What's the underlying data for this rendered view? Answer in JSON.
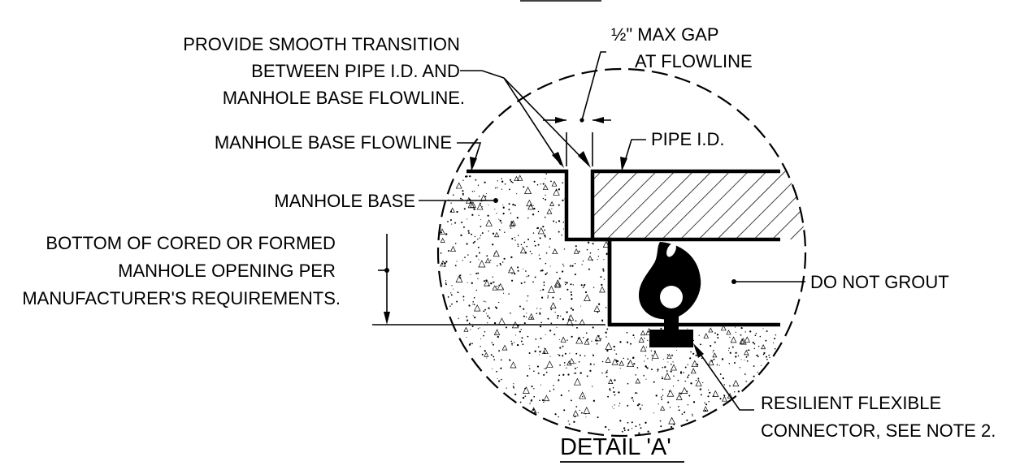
{
  "labels": {
    "smooth_transition": [
      "PROVIDE SMOOTH TRANSITION",
      "BETWEEN PIPE I.D. AND",
      "MANHOLE BASE FLOWLINE."
    ],
    "max_gap_fraction": "½",
    "max_gap": [
      "\" MAX GAP",
      "AT FLOWLINE"
    ],
    "manhole_base_flowline": "MANHOLE BASE FLOWLINE",
    "pipe_id": "PIPE I.D.",
    "manhole_base": "MANHOLE BASE",
    "bottom_opening": [
      "BOTTOM OF CORED OR FORMED",
      "MANHOLE OPENING PER",
      "MANUFACTURER'S REQUIREMENTS."
    ],
    "do_not_grout": "DO NOT GROUT",
    "connector": [
      "RESILIENT FLEXIBLE",
      "CONNECTOR, SEE NOTE 2."
    ]
  },
  "title": "DETAIL 'A'"
}
